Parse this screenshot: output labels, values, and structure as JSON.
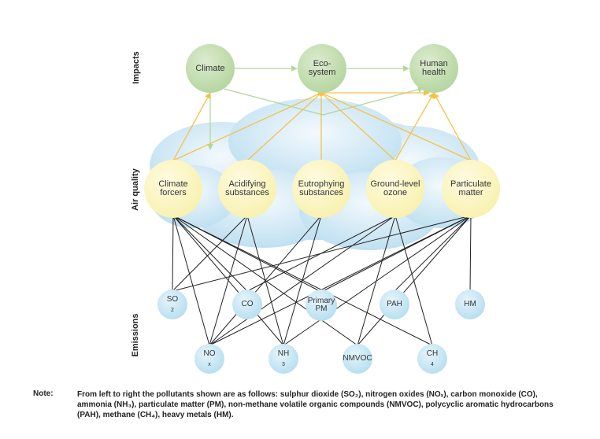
{
  "bands": {
    "impacts": "Impacts",
    "air_quality": "Air quality",
    "emissions": "Emissions"
  },
  "impacts": [
    {
      "id": "climate",
      "lines": [
        "Climate"
      ]
    },
    {
      "id": "ecosystem",
      "lines": [
        "Eco-",
        "system"
      ]
    },
    {
      "id": "human-health",
      "lines": [
        "Human",
        "health"
      ]
    }
  ],
  "air_quality": [
    {
      "id": "climate-forcers",
      "lines": [
        "Climate",
        "forcers"
      ]
    },
    {
      "id": "acidifying",
      "lines": [
        "Acidifying",
        "substances"
      ]
    },
    {
      "id": "eutrophying",
      "lines": [
        "Eutrophying",
        "substances"
      ]
    },
    {
      "id": "ozone",
      "lines": [
        "Ground-level",
        "ozone"
      ]
    },
    {
      "id": "pm-aq",
      "lines": [
        "Particulate",
        "matter"
      ]
    }
  ],
  "emissions": [
    {
      "id": "so2",
      "label": "SO",
      "sub": "2"
    },
    {
      "id": "co",
      "label": "CO",
      "sub": ""
    },
    {
      "id": "pm",
      "label": "Primary PM",
      "sub": ""
    },
    {
      "id": "pah",
      "label": "PAH",
      "sub": ""
    },
    {
      "id": "hm",
      "label": "HM",
      "sub": ""
    },
    {
      "id": "nox",
      "label": "NO",
      "sub": "x"
    },
    {
      "id": "nh3",
      "label": "NH",
      "sub": "3"
    },
    {
      "id": "nmvoc",
      "label": "NMVOC",
      "sub": ""
    },
    {
      "id": "ch4",
      "label": "CH",
      "sub": "4"
    }
  ],
  "links_black": [
    [
      "climate-forcers",
      "so2"
    ],
    [
      "climate-forcers",
      "co"
    ],
    [
      "climate-forcers",
      "pm"
    ],
    [
      "climate-forcers",
      "nox"
    ],
    [
      "climate-forcers",
      "nh3"
    ],
    [
      "climate-forcers",
      "nmvoc"
    ],
    [
      "climate-forcers",
      "ch4"
    ],
    [
      "acidifying",
      "so2"
    ],
    [
      "acidifying",
      "nox"
    ],
    [
      "acidifying",
      "nh3"
    ],
    [
      "eutrophying",
      "nox"
    ],
    [
      "eutrophying",
      "nh3"
    ],
    [
      "ozone",
      "co"
    ],
    [
      "ozone",
      "nox"
    ],
    [
      "ozone",
      "nmvoc"
    ],
    [
      "ozone",
      "ch4"
    ],
    [
      "pm-aq",
      "so2"
    ],
    [
      "pm-aq",
      "pm"
    ],
    [
      "pm-aq",
      "pah"
    ],
    [
      "pm-aq",
      "hm"
    ],
    [
      "pm-aq",
      "nox"
    ],
    [
      "pm-aq",
      "nh3"
    ],
    [
      "pm-aq",
      "nmvoc"
    ]
  ],
  "links_orange": [
    [
      "climate-forcers",
      "climate"
    ],
    [
      "climate-forcers",
      "ecosystem"
    ],
    [
      "acidifying",
      "ecosystem"
    ],
    [
      "eutrophying",
      "ecosystem"
    ],
    [
      "ozone",
      "ecosystem"
    ],
    [
      "ozone",
      "human-health"
    ],
    [
      "pm-aq",
      "ecosystem"
    ],
    [
      "pm-aq",
      "human-health"
    ]
  ],
  "links_green": [
    [
      "climate",
      "ecosystem"
    ],
    [
      "ecosystem",
      "human-health"
    ],
    [
      "climate",
      "climate-forcers"
    ],
    [
      "climate",
      "human-health"
    ]
  ],
  "colors": {
    "black_link": "#222222",
    "orange_link": "#f3c24a",
    "green_link": "#b5d59f",
    "cloud": "#cfe8f5"
  },
  "note": {
    "label": "Note:",
    "text": "From left to right the pollutants shown are as follows: sulphur dioxide (SO₂), nitrogen oxides (NOₓ), carbon monoxide (CO), ammonia (NH₃), particulate matter (PM), non-methane volatile organic compounds (NMVOC), polycyclic aromatic hydrocarbons (PAH), methane (CH₄), heavy metals (HM)."
  }
}
